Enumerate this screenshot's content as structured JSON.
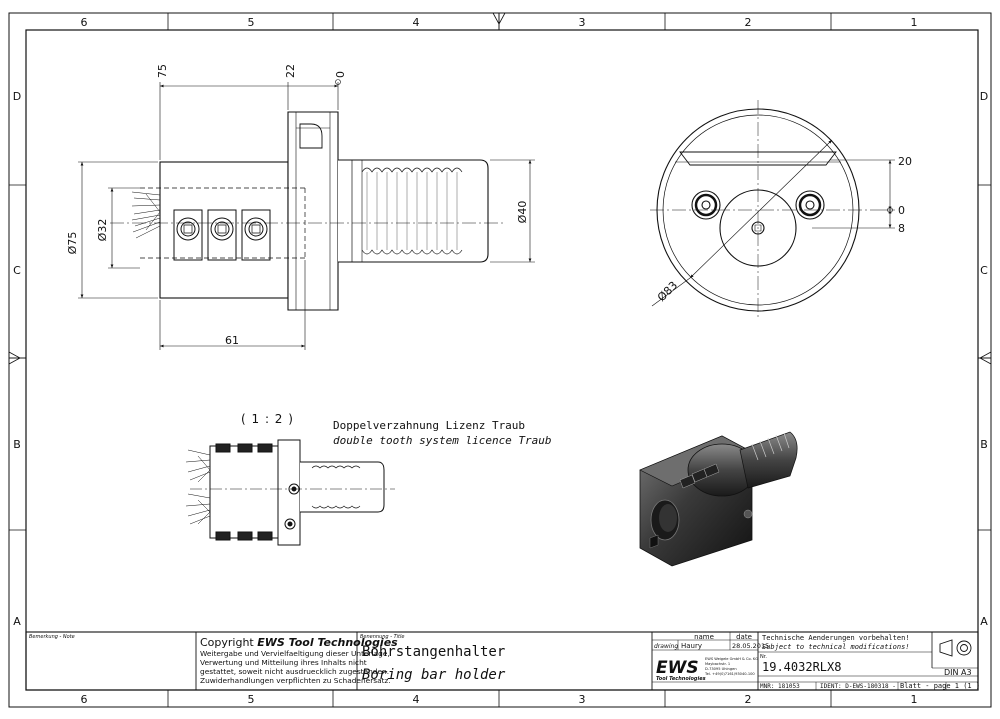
{
  "border": {
    "columns": [
      "6",
      "5",
      "4",
      "3",
      "2",
      "1"
    ],
    "rows": [
      "D",
      "C",
      "B",
      "A"
    ]
  },
  "side_view": {
    "dims": {
      "d75": "Ø75",
      "d32": "Ø32",
      "d40": "Ø40",
      "len75": "75",
      "len22": "22",
      "zero": "0",
      "len61": "61"
    }
  },
  "front_view": {
    "dims": {
      "d83": "Ø83",
      "v20": "20",
      "v0": "0",
      "v8": "8"
    }
  },
  "small_view": {
    "scale": "( 1 : 2 )",
    "note_de": "Doppelverzahnung Lizenz Traub",
    "note_en": "double tooth system licence Traub"
  },
  "title_block": {
    "remark_label": "Bemerkung - Note",
    "copyright_prefix": "Copyright ",
    "copyright_brand": "EWS Tool Technologies",
    "copyright_lines": [
      "Weitergabe und Vervielfaeltigung dieser Unterlage,",
      "Verwertung und Mitteilung ihres Inhalts nicht",
      "gestattet, soweit nicht ausdruecklich zugestanden.",
      "Zuwiderhandlungen verpflichten zu Schadenersatz."
    ],
    "title_label": "Benennung - Title",
    "title_de": "Bohrstangenhalter",
    "title_en": "Boring bar holder",
    "name_header": "name",
    "date_header": "date",
    "drawing_label": "drawing",
    "drawn_by": "Haury",
    "date": "28.05.2015",
    "logo_text": "EWS",
    "logo_sub": "Tool Technologies",
    "company_lines": [
      "EWS Weigele GmbH & Co. KG",
      "Maybachstr. 1",
      "D-73095 Uhingen",
      "Tel. +49(0)7161/93040-100"
    ],
    "note_de": "Technische Aenderungen vorbehalten!",
    "note_en": "Subject to technical modifications!",
    "nr_label": "Nr.",
    "part_no": "19.4032RLX8",
    "mnr": "MNR: 181053",
    "ident": "IDENT: D-EWS-180318 -",
    "sheet": "Blatt - page  1 (1 )",
    "format": "DIN A3"
  }
}
